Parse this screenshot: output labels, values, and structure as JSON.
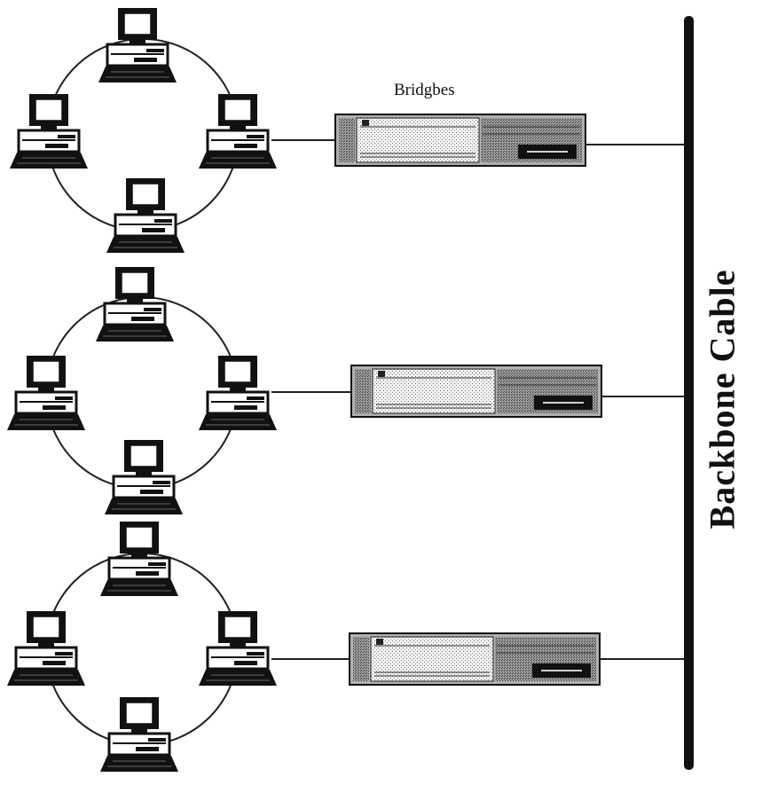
{
  "diagram": {
    "bridges_label": "Bridgbes",
    "backbone_label": "Backbone Cable",
    "rings": [
      {
        "name": "ring-1",
        "computers": 4,
        "bridge": "bridge-1"
      },
      {
        "name": "ring-2",
        "computers": 4,
        "bridge": "bridge-2"
      },
      {
        "name": "ring-3",
        "computers": 4,
        "bridge": "bridge-3"
      }
    ]
  }
}
